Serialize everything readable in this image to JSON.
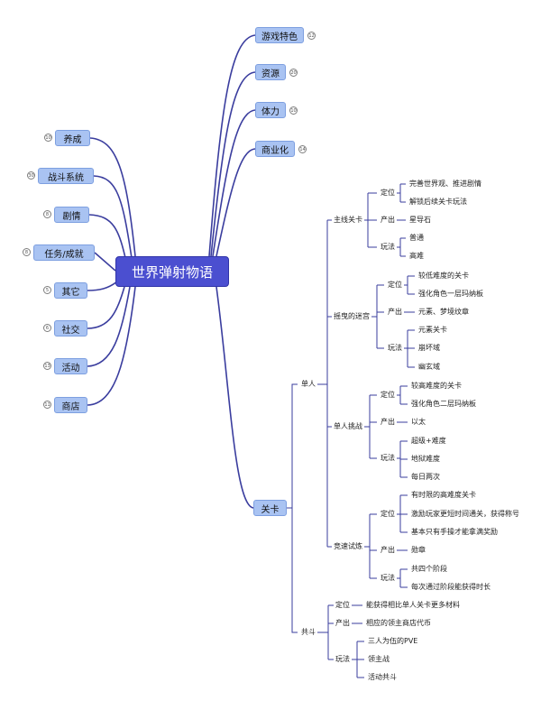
{
  "root": {
    "title": "世界弹射物语"
  },
  "right_top": [
    {
      "label": "游戏特色",
      "count": "12"
    },
    {
      "label": "资源",
      "count": "20"
    },
    {
      "label": "体力",
      "count": "10"
    },
    {
      "label": "商业化",
      "count": "14"
    }
  ],
  "left": [
    {
      "label": "养成",
      "count": "10"
    },
    {
      "label": "战斗系统",
      "count": "30"
    },
    {
      "label": "剧情",
      "count": "8"
    },
    {
      "label": "任务/成就",
      "count": "8"
    },
    {
      "label": "其它",
      "count": "5"
    },
    {
      "label": "社交",
      "count": "6"
    },
    {
      "label": "活动",
      "count": "13"
    },
    {
      "label": "商店",
      "count": "11"
    }
  ],
  "level": {
    "label": "关卡",
    "single": "单人",
    "coop": "共斗",
    "main": "主线关卡",
    "main_pos": "定位",
    "main_pos_1": "完善世界观、推进剧情",
    "main_pos_2": "解锁后续关卡玩法",
    "main_out": "产出",
    "main_out_1": "星导石",
    "main_play": "玩法",
    "main_play_1": "普通",
    "main_play_2": "高难",
    "maze": "摇曳的迷宫",
    "maze_pos": "定位",
    "maze_pos_1": "较低难度的关卡",
    "maze_pos_2": "强化角色一层玛纳板",
    "maze_out": "产出",
    "maze_out_1": "元素、梦境纹章",
    "maze_play": "玩法",
    "maze_play_1": "元素关卡",
    "maze_play_2": "崩坏域",
    "maze_play_3": "幽玄域",
    "chal": "单人挑战",
    "chal_pos": "定位",
    "chal_pos_1": "较高难度的关卡",
    "chal_pos_2": "强化角色二层玛纳板",
    "chal_out": "产出",
    "chal_out_1": "以太",
    "chal_play": "玩法",
    "chal_play_1": "超级+难度",
    "chal_play_2": "地狱难度",
    "chal_play_3": "每日两次",
    "trial": "竞速试炼",
    "trial_pos": "定位",
    "trial_pos_1": "有时限的高难度关卡",
    "trial_pos_2": "激励玩家更短时间通关，获得称号",
    "trial_pos_3": "基本只有手操才能拿满奖励",
    "trial_out": "产出",
    "trial_out_1": "勋章",
    "trial_play": "玩法",
    "trial_play_1": "共四个阶段",
    "trial_play_2": "每次通过阶段能获得时长",
    "coop_pos": "定位",
    "coop_pos_1": "能获得相比单人关卡更多材料",
    "coop_out": "产出",
    "coop_out_1": "相应的领主商店代币",
    "coop_play": "玩法",
    "coop_play_1": "三人为伍的PVE",
    "coop_play_2": "领主战",
    "coop_play_3": "活动共斗"
  }
}
